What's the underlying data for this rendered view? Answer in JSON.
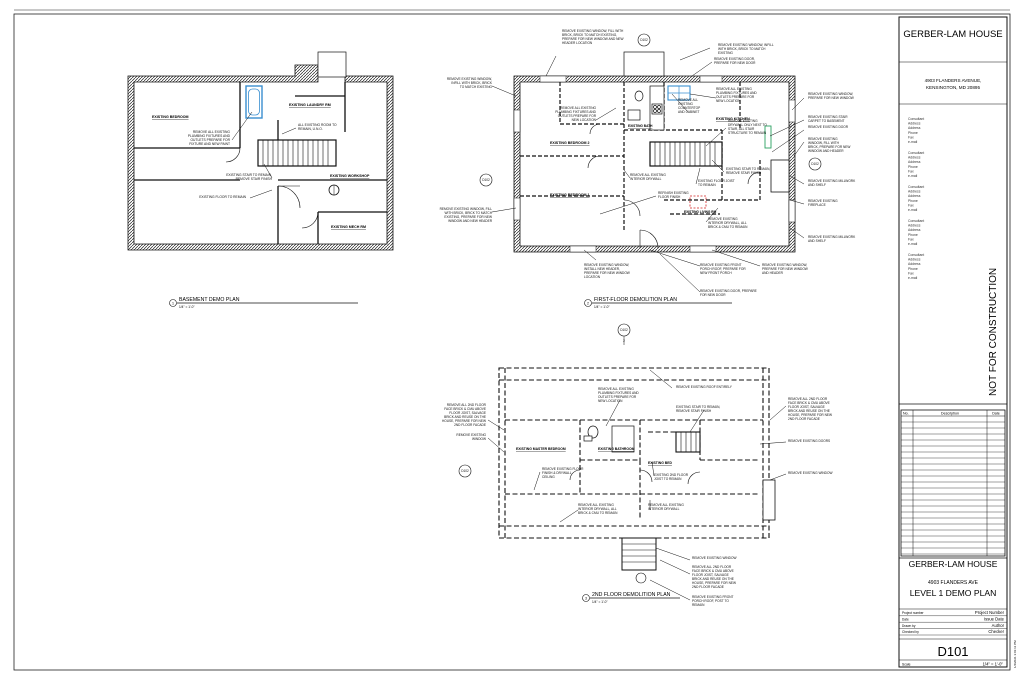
{
  "title_block": {
    "project_name": "GERBER-LAM HOUSE",
    "address_line1": "4903 FLANDERS AVENUE,",
    "address_line2": "KENSINGTON, MD 20895",
    "consultants": [
      [
        "Consultant",
        "Address",
        "Address",
        "Phone",
        "Fax",
        "e-mail"
      ],
      [
        "Consultant",
        "Address",
        "Address",
        "Phone",
        "Fax",
        "e-mail"
      ],
      [
        "Consultant",
        "Address",
        "Address",
        "Phone",
        "Fax",
        "e-mail"
      ],
      [
        "Consultant",
        "Address",
        "Address",
        "Phone",
        "Fax",
        "e-mail"
      ],
      [
        "Consultant",
        "Address",
        "Address",
        "Phone",
        "Fax",
        "e-mail"
      ]
    ],
    "stamp": "NOT FOR CONSTRUCTION",
    "rev_headers": {
      "no": "No.",
      "description": "Description",
      "date": "Date"
    },
    "bottom_project": "GERBER-LAM HOUSE",
    "bottom_address": "4903 FLANDERS AVE",
    "sheet_title": "LEVEL 1 DEMO PLAN",
    "fields": [
      {
        "label": "Project number",
        "value": "Project Number"
      },
      {
        "label": "Date",
        "value": "Issue Date"
      },
      {
        "label": "Drawn by",
        "value": "Author"
      },
      {
        "label": "Checked by",
        "value": "Checker"
      }
    ],
    "sheet_number": "D101",
    "scale_label": "Scale",
    "scale_value": "1/4\" = 1'-0\"",
    "print_stamp": "1/4/2021 3:01:11 PM"
  },
  "views": {
    "basement": {
      "number": "1",
      "title": "BASEMENT DEMO PLAN",
      "scale": "1/4\" = 1'-0\""
    },
    "first": {
      "number": "2",
      "title": "FIRST-FLOOR DEMOLITION PLAN",
      "scale": "1/4\" = 1'-0\""
    },
    "second": {
      "number": "3",
      "title": "2ND FLOOR DEMOLITION PLAN",
      "scale": "1/4\" = 1'-0\""
    }
  },
  "basement_rooms": {
    "bedroom": "EXISTING BEDROOM",
    "laundry": "EXISTING LAUNDRY RM",
    "workshop": "EXISTING WORKSHOP",
    "mech": "EXISTING MECH RM"
  },
  "basement_notes": {
    "plumbing": "REMOVE ALL EXISTING PLUMBING FIXTURES AND OUTLETS PREPARE FOR FIXTURE AND NEW PAINT",
    "rooms": "ALL EXISTING ROOM TO REMAIN, U.N.O.",
    "stair": "EXISTING STAIR TO REMAIN, REMOVE STAIR FINISH",
    "floor": "EXISTING FLOOR TO REMAIN"
  },
  "first_rooms": {
    "bath": "EXISTING BATH",
    "kitchen": "EXISTING KITCHEN",
    "bedroom2": "EXISTING BEDROOM 2",
    "bedroom1": "EXISTING BEDROOM 1",
    "living": "EXISTING LIVING RM"
  },
  "first_notes": {
    "top_window": "REMOVE EXISTING WINDOW, FILL WITH BRICK, BRICK TO MATCH EXISTING, PREPARE FOR NEW WINDOW AND NEW HEADER LOCATION",
    "top_right_window": "REMOVE EXISTING WINDOW, INFILL WITH BRICK, BRICK TO MATCH EXISTING",
    "door": "REMOVE EXISTING DOOR, PREPARE FOR NEW DOOR",
    "left_window": "REMOVE EXISTING WINDOW, INFILL WITH BRICK, BRICK TO MATCH EXISTING",
    "plumbing_left": "REMOVE ALL EXISTING PLUMBING FIXTURES AND OUTLETS PREPARE FOR NEW LOCATION",
    "plumbing_kitchen": "REMOVE ALL EXISTING PLUMBING FIXTURES AND OUTLETS PREPARE FOR NEW LOCATION",
    "countertop": "REMOVE ALL EXISTING COUNTERTOP AND CABINET",
    "drywall_partial": "REMOVE EXISTING DRYWALL ONLY NEXT TO STAIR, ALL STAIR STRUCTURE TO REMAIN",
    "interior_drywall": "REMOVE ALL EXISTING INTERIOR DRYWALL",
    "stair": "EXISTING STAIR TO REMAIN, REMOVE STAIR FINISH",
    "floor_joist": "EXISTING FLOOR JOIST TO REMAIN",
    "floor_finish": "REFINISH EXISTING FLOOR FINISH",
    "brick_wall": "REMOVE EXISTING INTERIOR DRYWALL, ALL BRICK & CMU TO REMAIN",
    "left_window2": "REMOVE EXISTING WINDOW, FILL WITH BRICK, BRICK TO MATCH EXISTING, PREPARE FOR NEW WINDOW AND NEW HEADER",
    "bottom_window": "REMOVE EXISTING WINDOW, INSTALL NEW HEADER, PREPARE FOR NEW WINDOW LOCATION",
    "porch": "REMOVE EXISTING FRONT PORCH ROOF, PREPARE FOR NEW FRONT PORCH",
    "bottom_door": "REMOVE EXISTING DOOR, PREPARE FOR NEW DOOR",
    "bottom_right_window": "REMOVE EXISTING WINDOW, PREPARE FOR NEW WINDOW AND HEADER",
    "r_window": "REMOVE EXISTING WINDOW, PREPARE FOR NEW WINDOW",
    "r_carpet": "REMOVE EXISTING STAIR CARPET TO BASEMENT",
    "r_door": "REMOVE EXISTING DOOR",
    "r_window2": "REMOVE EXISTING WINDOW, FILL WITH BRICK, PREPARE FOR NEW WINDOW AND HEADER",
    "r_millwork": "REMOVE EXISTING MILLWORK AND SHELF",
    "r_fireplace": "REMOVE EXISTING FIREPLACE",
    "r_millwork2": "REMOVE EXISTING MILLWORK AND SHELF"
  },
  "second_rooms": {
    "master": "EXISTING MASTER BEDROOM",
    "bathroom": "EXISTING BATHROOM",
    "bed": "EXISTING BED"
  },
  "second_notes": {
    "plumbing": "REMOVE ALL EXISTING PLUMBING FIXTURES AND OUTLETS PREPARE FOR NEW LOCATION",
    "roof": "REMOVE EXISTING ROOF ENTIRELY",
    "stair": "EXISTING STAIR TO REMAIN, REMOVE STAIR FINISH",
    "left_facade": "REMOVE ALL 2ND FLOOR FACE BRICK & CMU ABOVE FLOOR JOIST, SALVAGE BRICK AND REUSE ON THE HOUSE, PREPARE FOR NEW 2ND FLOOR FACADE",
    "window": "REMOVE EXISTING WINDOW",
    "floor_finish": "REMOVE EXISTING FLOOR FINISH & DRYWALL CEILING",
    "floor_joist": "EXISTING 2ND FLOOR JOIST TO REMAIN",
    "drywall_left": "REMOVE ALL EXISTING INTERIOR DRYWALL, ALL BRICK & CMU TO REMAIN",
    "drywall_right": "REMOVE ALL EXISTING INTERIOR DRYWALL",
    "right_facade": "REMOVE ALL 2ND FLOOR FACE BRICK & CMU ABOVE FLOOR JOIST, SALVAGE BRICK AND REUSE ON THE HOUSE, PREPARE FOR NEW 2ND FLOOR FACADE",
    "doors": "REMOVE EXISTING DOORS",
    "r_window": "REMOVE EXISTING WINDOW",
    "b_window": "REMOVE EXISTING WINDOW",
    "b_facade": "REMOVE ALL 2ND FLOOR FACE BRICK & CMU ABOVE FLOOR JOIST, SALVAGE BRICK AND REUSE ON THE HOUSE, PREPARE FOR NEW 2ND FLOOR FACADE",
    "b_porch": "REMOVE EXISTING FRONT PORCH ROOF, POST TO REMAIN"
  },
  "tags": {
    "d102": "D102",
    "two": "2"
  },
  "colors": {
    "line": "#111111",
    "fixture_accent": "#3a8fd0",
    "red_mark": "#d02020",
    "green_mark": "#2aa060"
  }
}
